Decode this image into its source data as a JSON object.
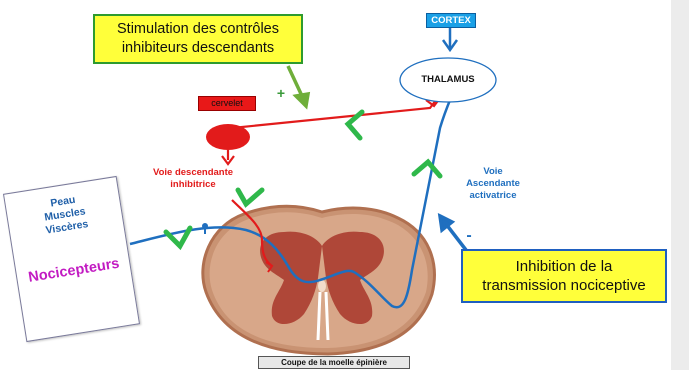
{
  "boxes": {
    "stimulation_line1": "Stimulation des contrôles",
    "stimulation_line2": "inhibiteurs descendants",
    "inhibition_line1": "Inhibition de la",
    "inhibition_line2": "transmission nociceptive"
  },
  "labels": {
    "cortex": "CORTEX",
    "thalamus": "THALAMUS",
    "cervelet": "cervelet",
    "voie_descendante_line1": "Voie descendante",
    "voie_descendante_line2": "inhibitrice",
    "voie_ascendante_line1": "Voie",
    "voie_ascendante_line2": "Ascendante",
    "voie_ascendante_line3": "activatrice",
    "plus": "+",
    "minus": "-",
    "caption": "Coupe de la moelle épinière"
  },
  "tissues": {
    "items": [
      "Peau",
      "Muscles",
      "Viscères"
    ],
    "receptor": "Nocicepteurs"
  },
  "colors": {
    "descending_path": "#e21b1b",
    "ascending_path": "#1f6fbf",
    "synapse_marks": "#2fb84a",
    "callout_fill": "#ffff3a"
  }
}
